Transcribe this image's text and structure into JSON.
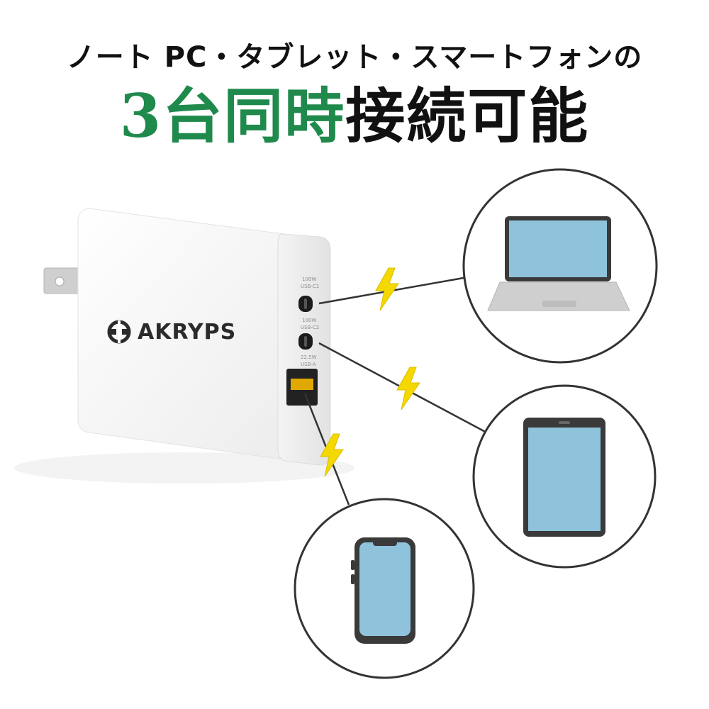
{
  "headline": "ノート PC・タブレット・スマートフォンの",
  "tagline": {
    "highlight": "3台同時",
    "rest": "接続可能",
    "highlight_color": "#1f8a4c"
  },
  "charger": {
    "brand": "AKRYPS",
    "ports": [
      {
        "watt": "100W",
        "name": "USB-C1"
      },
      {
        "watt": "100W",
        "name": "USB-C2"
      },
      {
        "watt": "22.5W",
        "name": "USB-A"
      }
    ]
  },
  "devices": [
    {
      "name": "laptop-icon"
    },
    {
      "name": "tablet-icon"
    },
    {
      "name": "smartphone-icon"
    }
  ],
  "colors": {
    "bolt": "#f5d800",
    "screen": "#8fc3dc",
    "device_body": "#3a3a3a",
    "circle_stroke": "#333333",
    "usb_a_port": "#e0a800"
  }
}
